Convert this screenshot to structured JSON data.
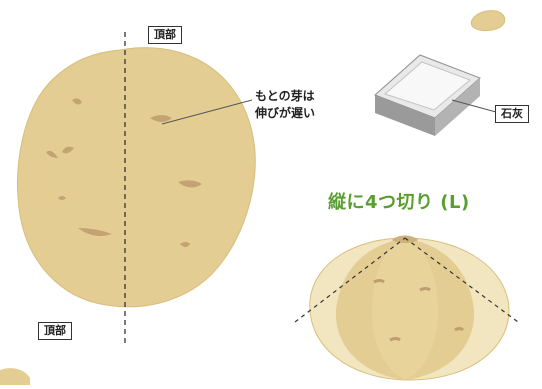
{
  "labels": {
    "top_upper": "頂部",
    "top_lower": "頂部",
    "sprout_note_line1": "もとの芽は",
    "sprout_note_line2": "伸びが遅い",
    "lime": "石灰",
    "cut_title": "縦に4つ切り (L)"
  },
  "colors": {
    "potato": "#e3cd92",
    "potato_edge": "#d8be7c",
    "eye_spot": "#bf9d6c",
    "cut_title": "#5a9e2f",
    "tray": "#9a9a9a"
  }
}
